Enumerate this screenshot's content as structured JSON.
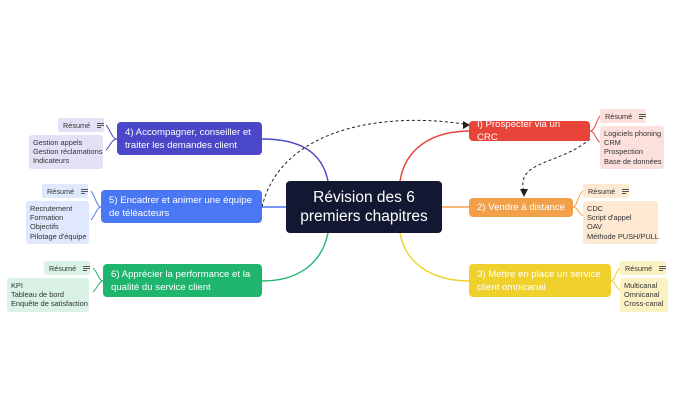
{
  "colors": {
    "center": "#131832",
    "branch1": "#e8443a",
    "branch2": "#f2a04a",
    "branch3": "#f0d12c",
    "branch4": "#4a47c8",
    "branch5": "#4a78f5",
    "branch6": "#1fb56e",
    "connector": "#222222"
  },
  "center": {
    "title": "Révision des 6 premiers chapitres"
  },
  "summary_label": "Résumé",
  "summary_icon": "list-lines-icon",
  "branches": [
    {
      "label": "I) Prospecter via un CRC",
      "items": [
        "Logiciels phoning",
        "CRM",
        "Prospection",
        "Base de données"
      ]
    },
    {
      "label": "2) Vendre à distance",
      "items": [
        "CDC",
        "Script d'appel",
        "OAV",
        "Méthode PUSH/PULL"
      ]
    },
    {
      "label": "3) Mettre en place un service client omnicanal",
      "items": [
        "Multicanal",
        "Omnicanal",
        "Cross-canal"
      ]
    },
    {
      "label": "4) Accompagner, conseiller et traiter les demandes client",
      "items": [
        "Gestion appels",
        "Gestion réclamations",
        "Indicateurs"
      ]
    },
    {
      "label": "5) Encadrer et animer une équipe de téléacteurs",
      "items": [
        "Recrutement",
        "Formation",
        "Objectifs",
        "Pilotage d'équipe"
      ]
    },
    {
      "label": "6) Apprécier la performance et la qualité du service client",
      "items": [
        "KPI",
        "Tableau de bord",
        "Enquête de satisfaction"
      ]
    }
  ]
}
